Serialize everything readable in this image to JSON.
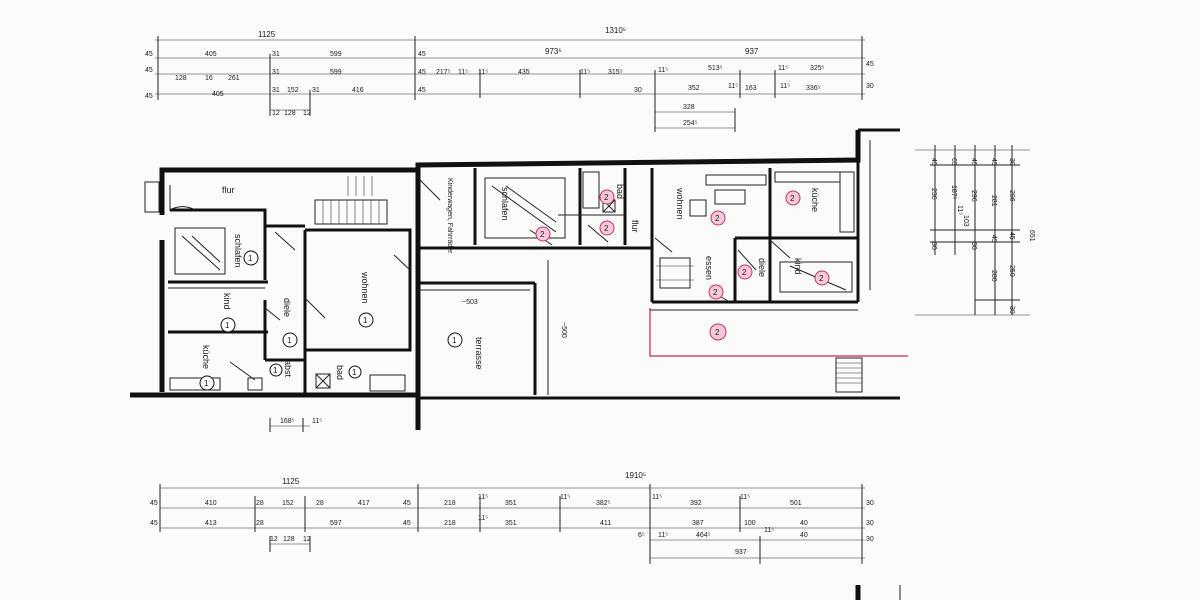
{
  "rooms_apartment_1": {
    "flur": "flur",
    "schlafen": "schlafen",
    "kind": "kind",
    "kueche": "küche",
    "diele": "diele",
    "wohnen": "wohnen",
    "abst": "abst",
    "bad": "bad",
    "terrasse": "terrasse",
    "unit": "1"
  },
  "rooms_apartment_2": {
    "kinderwagen": "Kinderwagen, Fahrräder",
    "schlafen": "schlafen",
    "bad": "bad",
    "flur": "flur",
    "wohnen": "wohnen",
    "essen": "essen",
    "kueche": "küche",
    "diele": "diele",
    "kind": "kind",
    "unit": "2"
  },
  "top_dims": {
    "total": "1310⁵",
    "d1125": "1125",
    "d973": "973⁵",
    "d937": "937",
    "row1": [
      "405",
      "31",
      "599",
      "45"
    ],
    "row2": [
      "128",
      "16",
      "261",
      "31",
      "599",
      "45",
      "217⁵",
      "11⁵",
      "11⁵",
      "435",
      "11⁵",
      "315⁵",
      "11⁵",
      "513⁵",
      "11⁵",
      "325⁵",
      "45"
    ],
    "row3": [
      "405",
      "31",
      "152",
      "31",
      "416",
      "45",
      "30",
      "352",
      "11⁵",
      "163",
      "11⁵",
      "336⁵",
      "30"
    ],
    "sub_a": [
      "12",
      "128",
      "12"
    ],
    "sub_b": [
      "328",
      "254⁵"
    ]
  },
  "right_dims": {
    "labels": [
      "45",
      "65",
      "45",
      "45",
      "30",
      "236",
      "187⁵",
      "11⁵",
      "103",
      "296",
      "281",
      "296",
      "45",
      "45",
      "280",
      "250",
      "30",
      "30",
      "30",
      "651"
    ]
  },
  "bottom_dims": {
    "total": "1910⁵",
    "d1125": "1125",
    "row1": [
      "45",
      "410",
      "28",
      "152",
      "28",
      "417",
      "45",
      "218",
      "11⁵",
      "351",
      "11⁵",
      "382⁵",
      "11⁵",
      "392",
      "11⁵",
      "501",
      "30"
    ],
    "row2": [
      "45",
      "413",
      "28",
      "597",
      "45",
      "218",
      "11⁵",
      "351",
      "411",
      "387",
      "100",
      "40",
      "30"
    ],
    "row3": [
      "12",
      "128",
      "12",
      "6⁵",
      "11⁵",
      "464⁵",
      "11⁵",
      "40",
      "30"
    ],
    "d937": "937",
    "sub": [
      "168⁵",
      "11⁵"
    ]
  },
  "misc": {
    "terrace_w": "~503",
    "terrace_h": "~500"
  }
}
